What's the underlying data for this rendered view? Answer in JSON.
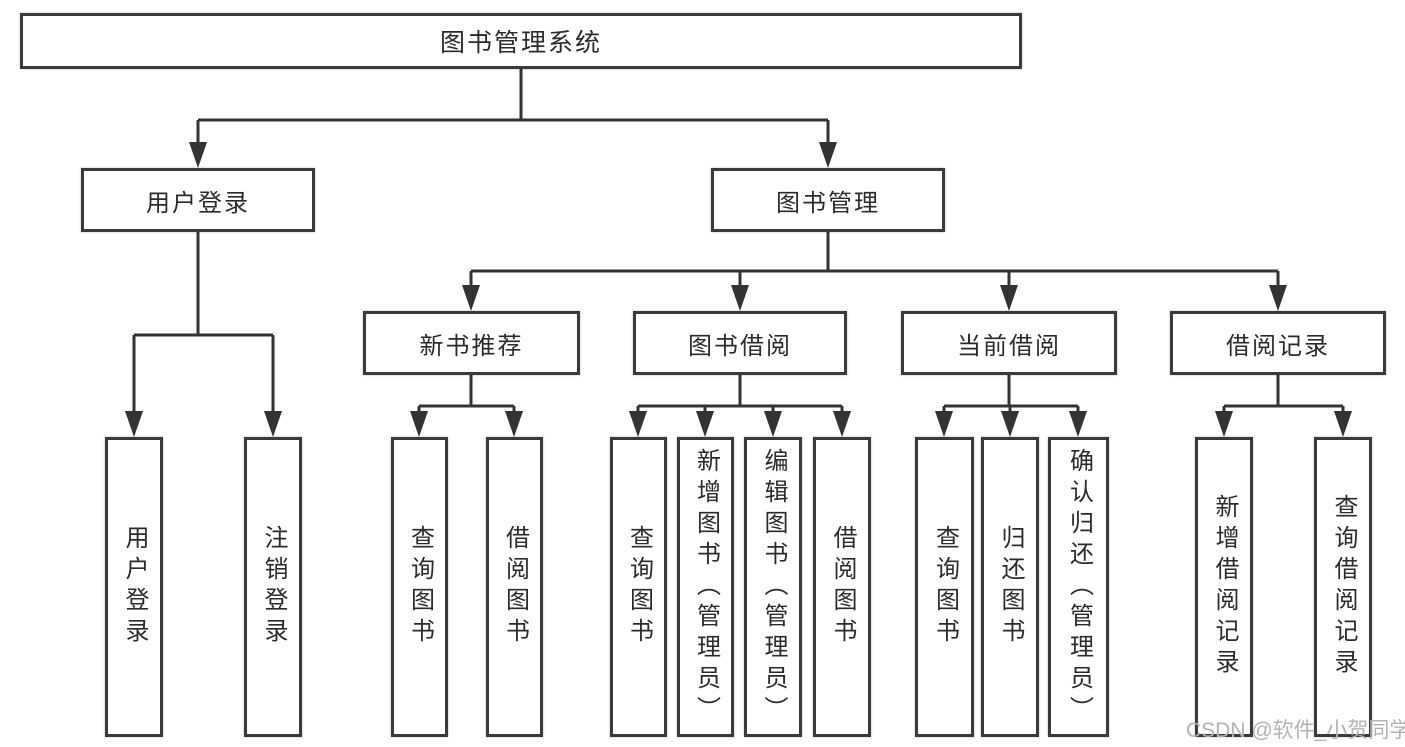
{
  "watermark": "CSDN @软件_小贺同学",
  "chart": {
    "root": "图书管理系统",
    "branches": {
      "user_login": "用户登录",
      "book_mgmt": "图书管理"
    },
    "modules": {
      "new_books": "新书推荐",
      "borrowing": "图书借阅",
      "current": "当前借阅",
      "records": "借阅记录"
    },
    "functions": {
      "user_login": [
        "用户登录",
        "注销登录"
      ],
      "new_books": [
        "查询图书",
        "借阅图书"
      ],
      "borrowing": [
        "查询图书",
        "新增图书（管理员）",
        "编辑图书（管理员）",
        "借阅图书"
      ],
      "current": [
        "查询图书",
        "归还图书",
        "确认归还（管理员）"
      ],
      "records": [
        "新增借阅记录",
        "查询借阅记录"
      ]
    }
  }
}
